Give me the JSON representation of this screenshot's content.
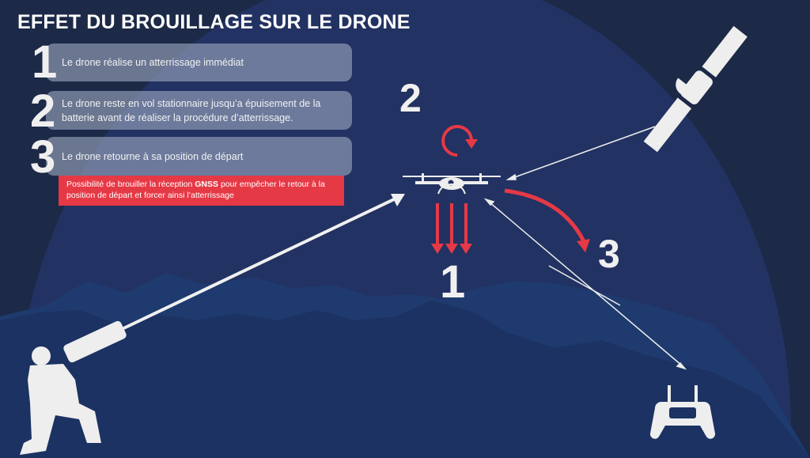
{
  "title": "EFFET DU BROUILLAGE SUR LE DRONE",
  "steps": [
    {
      "number": "1",
      "text": "Le drone réalise un atterrissage immédiat"
    },
    {
      "number": "2",
      "text": "Le drone reste en vol stationnaire jusqu’a épuisement de la batterie avant de réaliser la procédure d’atterrissage."
    },
    {
      "number": "3",
      "text": "Le drone retourne à sa position de départ"
    }
  ],
  "note": {
    "before": "Possibilité de brouiller la réception ",
    "bold": "GNSS",
    "after": " pour empêcher le retour à la position de départ et forcer ainsi l’atterrissage"
  },
  "diagram_labels": {
    "hover": "2",
    "landing": "1",
    "return": "3"
  },
  "colors": {
    "background": "#1c2947",
    "sky": "#223262",
    "accent": "#e63946"
  }
}
